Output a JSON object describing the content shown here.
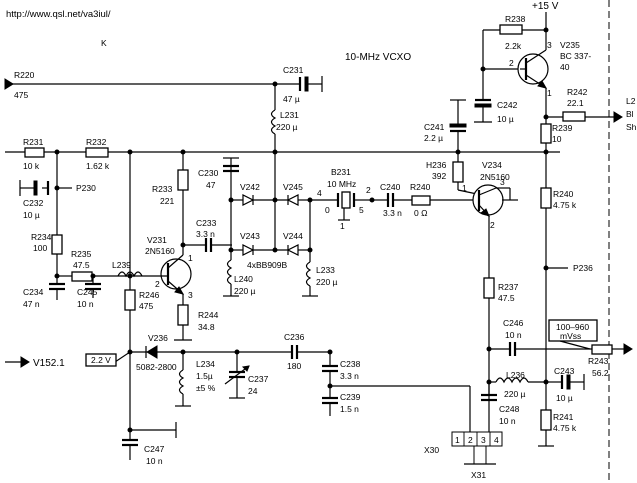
{
  "header": {
    "url": "http://www.qsl.net/va3iul/",
    "stray_mark": "K",
    "title": "10-MHz VCXO",
    "supply": "+15 V"
  },
  "resistors": {
    "R220": {
      "ref": "R220",
      "value": "475"
    },
    "R231": {
      "ref": "R231",
      "value": "10 k"
    },
    "R232": {
      "ref": "R232",
      "value": "1.62 k"
    },
    "R233": {
      "ref": "R233",
      "value": "221"
    },
    "R234": {
      "ref": "R234",
      "value": "100"
    },
    "R235": {
      "ref": "R235",
      "value": "47.5"
    },
    "R246": {
      "ref": "R246",
      "value": "475"
    },
    "R244": {
      "ref": "R244",
      "value": "34.8"
    },
    "H236": {
      "ref": "H236",
      "value": "392"
    },
    "R240a": {
      "ref": "R240",
      "value": "0 Ω"
    },
    "R237": {
      "ref": "R237",
      "value": "47.5"
    },
    "R238": {
      "ref": "R238",
      "value": "2.2k"
    },
    "R242": {
      "ref": "R242",
      "value": "22.1"
    },
    "R239": {
      "ref": "R239",
      "value": "10"
    },
    "R240b": {
      "ref": "R240",
      "value": "4.75 k"
    },
    "R241": {
      "ref": "R241",
      "value": "4.75 k"
    },
    "R243": {
      "ref": "R243",
      "value": "56.2"
    }
  },
  "capacitors": {
    "C231": {
      "ref": "C231",
      "value": "47 µ"
    },
    "C230": {
      "ref": "C230",
      "value": "47"
    },
    "C232": {
      "ref": "C232",
      "value": "10 µ"
    },
    "C233": {
      "ref": "C233",
      "value": "3.3 n"
    },
    "C234": {
      "ref": "C234",
      "value": "47 n"
    },
    "C245": {
      "ref": "C245",
      "value": "10 n"
    },
    "C240": {
      "ref": "C240",
      "value": "3.3 n"
    },
    "C241": {
      "ref": "C241",
      "value": "2.2 µ"
    },
    "C242": {
      "ref": "C242",
      "value": "10 µ"
    },
    "C236": {
      "ref": "C236",
      "value": "180"
    },
    "C237": {
      "ref": "C237",
      "value": "24"
    },
    "C238": {
      "ref": "C238",
      "value": "3.3 n"
    },
    "C239": {
      "ref": "C239",
      "value": "1.5 n"
    },
    "C246": {
      "ref": "C246",
      "value": "10 n"
    },
    "C243": {
      "ref": "C243",
      "value": "10 µ"
    },
    "C248": {
      "ref": "C248",
      "value": "10 n"
    },
    "C247": {
      "ref": "C247",
      "value": "10 n"
    }
  },
  "inductors": {
    "L231": {
      "ref": "L231",
      "value": "220 µ"
    },
    "L239": {
      "ref": "L239",
      "value": ""
    },
    "L240": {
      "ref": "L240",
      "value": "220 µ"
    },
    "L233": {
      "ref": "L233",
      "value": "220 µ"
    },
    "L234": {
      "ref": "L234",
      "value": "1.5µ",
      "tol": "±5 %"
    },
    "L236": {
      "ref": "L236",
      "value": "220 µ"
    }
  },
  "transistors": {
    "V231": {
      "ref": "V231",
      "type": "2N5160"
    },
    "V234": {
      "ref": "V234",
      "type": "2N5160"
    },
    "V235": {
      "ref": "V235",
      "type": "BC 337-",
      "type2": "40"
    }
  },
  "diodes": {
    "V236": {
      "ref": "V236",
      "type": "5082-2800"
    },
    "varactors": [
      "V242",
      "V245",
      "V243",
      "V244"
    ],
    "varactor_type": "4xBB909B"
  },
  "crystal": {
    "ref": "B231",
    "value": "10 MHz"
  },
  "connectors": {
    "X30": "X30",
    "X31": "X31",
    "pins": [
      "1",
      "2",
      "3",
      "4"
    ]
  },
  "nets": {
    "P230": "P230",
    "P236": "P236",
    "V152": "V152.1",
    "bias_box": "2.2 V",
    "level_box": "100–960",
    "level_unit": "mVss"
  },
  "output": {
    "l2": "L2",
    "bl": "Bl",
    "sh": "Sh"
  },
  "pins": {
    "q1_b": "2",
    "q1_c": "1",
    "q1_e": "3",
    "q2_b": "1",
    "q2_c": "3",
    "q2_e": "2",
    "q3_b": "2",
    "q3_c": "3",
    "q3_e": "1",
    "xt_l": "4",
    "xt_0": "0",
    "xt_5": "5",
    "xt_1": "1",
    "xt_2": "2"
  }
}
